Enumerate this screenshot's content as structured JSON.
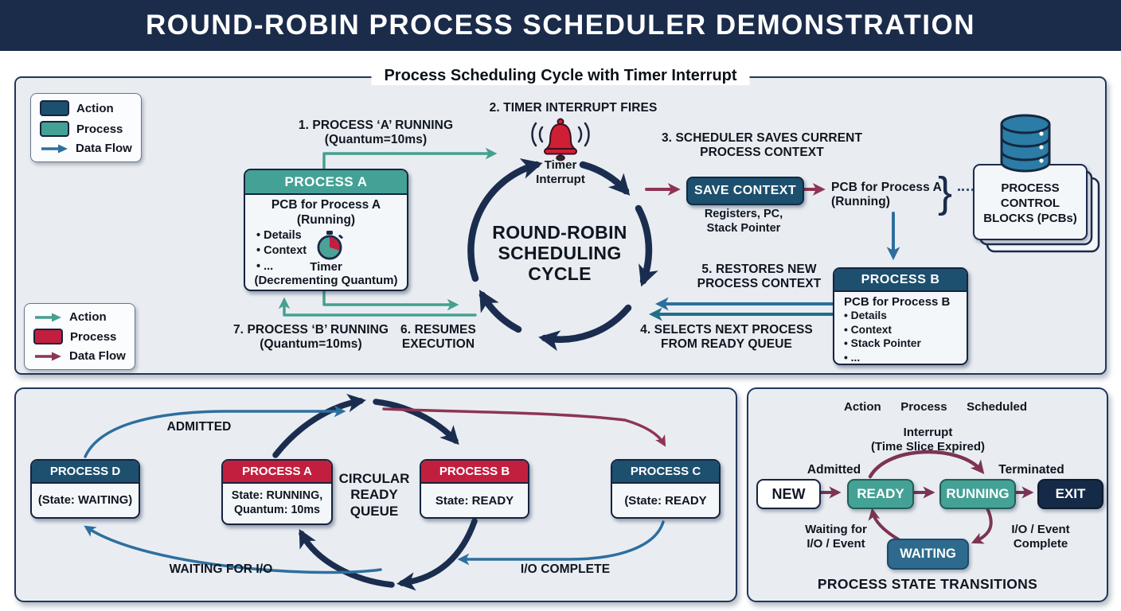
{
  "colors": {
    "header_bg": "#1b2b4a",
    "panel_bg": "#e9edf2",
    "navy": "#1b2d4f",
    "teal": "#44a195",
    "action_blue": "#1d4f6e",
    "crimson": "#c21f3f",
    "maroon": "#8e3454",
    "steel_blue": "#2d6f9e",
    "plum": "#7d3355",
    "bell_red": "#cf1f34",
    "db_blue": "#2b7ca6",
    "waiting_blue": "#2e6a8e",
    "exit_navy": "#152a47"
  },
  "header": {
    "title": "ROUND-ROBIN PROCESS SCHEDULER DEMONSTRATION"
  },
  "top_panel": {
    "title": "Process Scheduling Cycle with Timer Interrupt",
    "legend_top": {
      "items": [
        {
          "label": "Action"
        },
        {
          "label": "Process"
        },
        {
          "label": "Data Flow"
        }
      ]
    },
    "legend_bottom": {
      "items": [
        {
          "label": "Action"
        },
        {
          "label": "Process"
        },
        {
          "label": "Data Flow"
        }
      ]
    },
    "steps": {
      "s1": "1. PROCESS ‘A’ RUNNING\n(Quantum=10ms)",
      "s2": "2. TIMER INTERRUPT FIRES",
      "s3": "3. SCHEDULER SAVES CURRENT\nPROCESS CONTEXT",
      "s4": "4. SELECTS NEXT PROCESS\nFROM READY QUEUE",
      "s5": "5. RESTORES NEW\nPROCESS CONTEXT",
      "s6": "6. RESUMES\nEXECUTION",
      "s7": "7. PROCESS ‘B’ RUNNING\n(Quantum=10ms)"
    },
    "timer_interrupt_label": "Timer\nInterrupt",
    "cycle_label": "ROUND-ROBIN\nSCHEDULING\nCYCLE",
    "save_context": {
      "button": "SAVE CONTEXT",
      "detail": "Registers, PC,\nStack Pointer"
    },
    "pcb_a_note": "PCB for Process A\n(Running)",
    "pcb_store_label": "PROCESS\nCONTROL\nBLOCKS (PCBs)",
    "process_a": {
      "title": "PROCESS A",
      "line1": "PCB for Process A",
      "line2": "(Running)",
      "bullets": [
        "Details",
        "Context",
        "..."
      ],
      "timer": "Timer\n(Decrementing Quantum)"
    },
    "process_b": {
      "title": "PROCESS B",
      "line1": "PCB for Process B",
      "bullets": [
        "Details",
        "Context",
        "Stack Pointer",
        "..."
      ]
    }
  },
  "queue_panel": {
    "center_label": "CIRCULAR\nREADY\nQUEUE",
    "processes": [
      {
        "title": "PROCESS D",
        "state": "(State: WAITING)"
      },
      {
        "title": "PROCESS A",
        "state": "State: RUNNING,\nQuantum: 10ms"
      },
      {
        "title": "PROCESS B",
        "state": "State: READY"
      },
      {
        "title": "PROCESS C",
        "state": "(State: READY"
      }
    ],
    "labels": {
      "admitted": "ADMITTED",
      "waiting_for_io": "WAITING FOR I/O",
      "io_complete": "I/O COMPLETE"
    }
  },
  "states_panel": {
    "legend_row": [
      "Action",
      "Process",
      "Scheduled"
    ],
    "interrupt_label": "Interrupt\n(Time Slice Expired)",
    "admitted": "Admitted",
    "terminated": "Terminated",
    "states": {
      "new": "NEW",
      "ready": "READY",
      "running": "RUNNING",
      "exit": "EXIT",
      "waiting": "WAITING"
    },
    "waiting_for": "Waiting for\nI/O / Event",
    "io_event_complete": "I/O / Event\nComplete",
    "title": "PROCESS STATE TRANSITIONS"
  }
}
